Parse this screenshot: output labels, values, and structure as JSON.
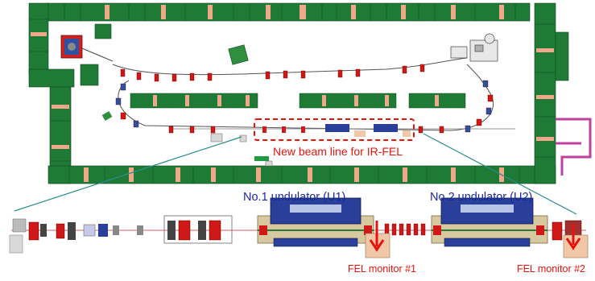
{
  "labels": {
    "new_beam_line": "New beam line for IR-FEL",
    "undulator_1": "No.1 undulator (U1)",
    "undulator_2": "No.2 undulator (U2)",
    "fel_monitor_1": "FEL monitor #1",
    "fel_monitor_2": "FEL monitor #2"
  },
  "colors": {
    "shield_block": "#1f7a35",
    "shield_gap": "#f0a88a",
    "magnet_red": "#d01818",
    "undulator_blue": "#2a3f9a",
    "highlight_dash": "#e8140c",
    "zoom_lines": "#2a8c8c",
    "access_path": "#c040a0",
    "monitor_box": "#f0c8a8",
    "monitor_arrow": "#e8140c"
  }
}
